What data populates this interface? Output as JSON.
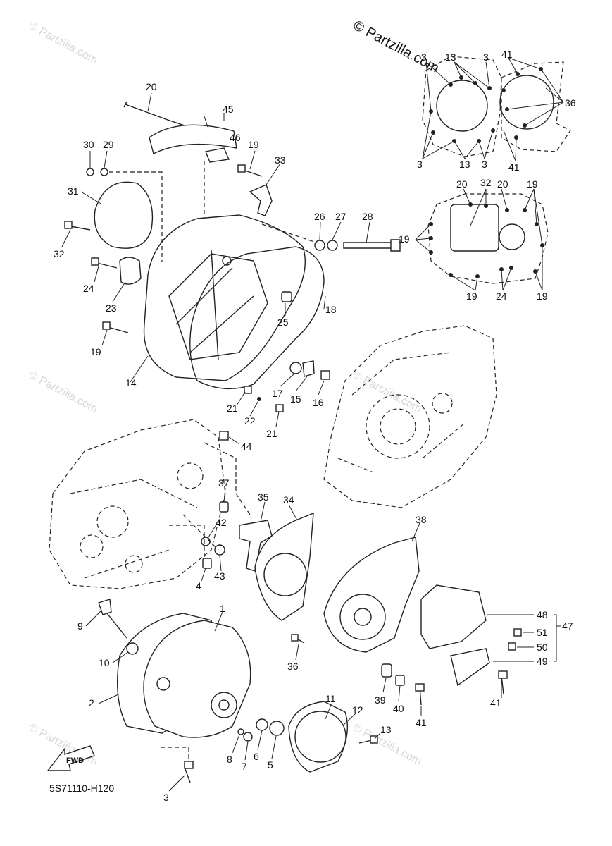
{
  "watermark": "© Partzilla.com",
  "brand_mark": "© Partzilla.com",
  "diagram_code": "5S71110-H120",
  "fwd_label": "FWD",
  "callouts": {
    "c1": "1",
    "c2": "2",
    "c3": "3",
    "c4": "4",
    "c5": "5",
    "c6": "6",
    "c7": "7",
    "c8": "8",
    "c9": "9",
    "c10": "10",
    "c11": "11",
    "c12": "12",
    "c13": "13",
    "c14": "14",
    "c15": "15",
    "c16": "16",
    "c17": "17",
    "c18": "18",
    "c19": "19",
    "c20": "20",
    "c21": "21",
    "c22": "22",
    "c23": "23",
    "c24": "24",
    "c25": "25",
    "c26": "26",
    "c27": "27",
    "c28": "28",
    "c29": "29",
    "c30": "30",
    "c31": "31",
    "c32": "32",
    "c33": "33",
    "c34": "34",
    "c35": "35",
    "c36": "36",
    "c37": "37",
    "c38": "38",
    "c39": "39",
    "c40": "40",
    "c41": "41",
    "c42": "42",
    "c43": "43",
    "c44": "44",
    "c45": "45",
    "c46": "46",
    "c47": "47",
    "c48": "48",
    "c49": "49",
    "c50": "50",
    "c51": "51"
  }
}
